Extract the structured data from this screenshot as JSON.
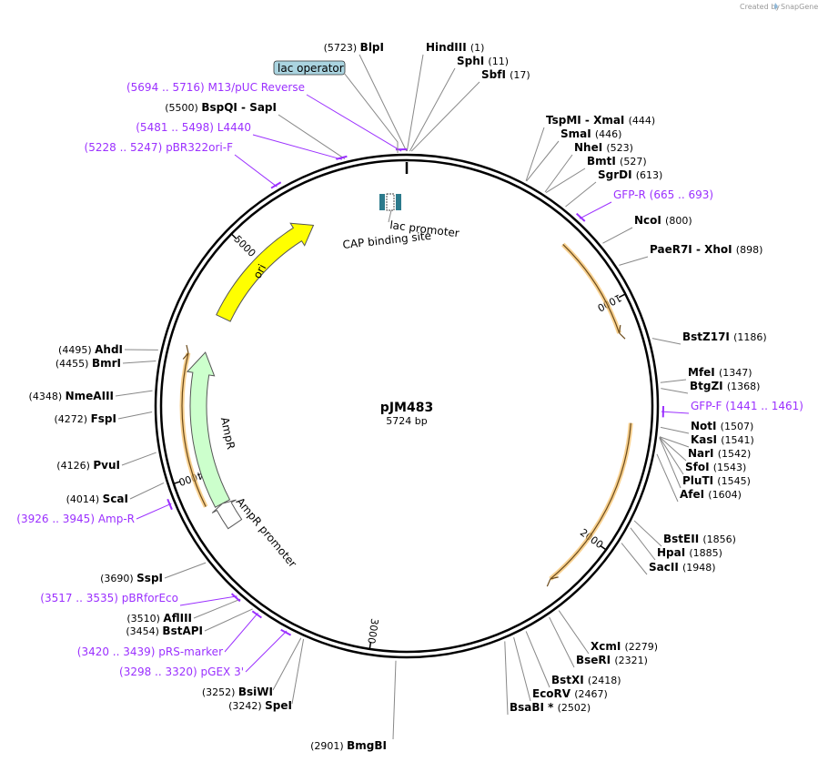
{
  "credit": {
    "created_by": "Created by",
    "brand": "SnapGene"
  },
  "plasmid": {
    "name": "pJM483",
    "length_label": "5724 bp",
    "length": 5724
  },
  "scale_ticks": [
    "1000",
    "2000",
    "3000",
    "4000",
    "5000"
  ],
  "features": [
    {
      "name": "ori",
      "start": 4700,
      "end": 5290,
      "direction": "forward",
      "color": "#ffff00"
    },
    {
      "name": "AmpR",
      "start": 3850,
      "end": 4530,
      "direction": "forward",
      "color": "#ccffcc"
    },
    {
      "name": "AmpR promoter",
      "start": 3745,
      "end": 3850,
      "direction": "forward",
      "color": "#ffffff"
    },
    {
      "name": "lac promoter",
      "start": 10,
      "end": 40,
      "color": "#2c7a8c"
    },
    {
      "name": "CAP binding site",
      "start": 40,
      "end": 60,
      "color": "#2c7a8c"
    },
    {
      "name": "lac operator",
      "color": "#aad4e0"
    }
  ],
  "orange_arcs": [
    {
      "start": 700,
      "end": 1130
    },
    {
      "start": 1500,
      "end": 2230
    },
    {
      "start": 3870,
      "end": 4510
    }
  ],
  "labels": [
    {
      "id": "blpi",
      "enz": "BlpI",
      "pos": "(5723)",
      "pos_first": true
    },
    {
      "id": "hindiii",
      "enz": "HindIII",
      "pos": "(1)"
    },
    {
      "id": "sphi",
      "enz": "SphI",
      "pos": "(11)"
    },
    {
      "id": "sbfi",
      "enz": "SbfI",
      "pos": "(17)"
    },
    {
      "id": "tspmi",
      "enz": "TspMI  -  XmaI",
      "pos": "(444)"
    },
    {
      "id": "smai",
      "enz": "SmaI",
      "pos": "(446)"
    },
    {
      "id": "nhei",
      "enz": "NheI",
      "pos": "(523)"
    },
    {
      "id": "bmti",
      "enz": "BmtI",
      "pos": "(527)"
    },
    {
      "id": "sgrdi",
      "enz": "SgrDI",
      "pos": "(613)"
    },
    {
      "id": "ncoi",
      "enz": "NcoI",
      "pos": "(800)"
    },
    {
      "id": "paer7i",
      "enz": "PaeR7I  -  XhoI",
      "pos": "(898)"
    },
    {
      "id": "bstz17i",
      "enz": "BstZ17I",
      "pos": "(1186)"
    },
    {
      "id": "mfei",
      "enz": "MfeI",
      "pos": "(1347)"
    },
    {
      "id": "btgzi",
      "enz": "BtgZI",
      "pos": "(1368)"
    },
    {
      "id": "noti",
      "enz": "NotI",
      "pos": "(1507)"
    },
    {
      "id": "kasi",
      "enz": "KasI",
      "pos": "(1541)"
    },
    {
      "id": "nari",
      "enz": "NarI",
      "pos": "(1542)"
    },
    {
      "id": "sfoi",
      "enz": "SfoI",
      "pos": "(1543)"
    },
    {
      "id": "pluti",
      "enz": "PluTI",
      "pos": "(1545)"
    },
    {
      "id": "afei",
      "enz": "AfeI",
      "pos": "(1604)"
    },
    {
      "id": "bsteii",
      "enz": "BstEII",
      "pos": "(1856)"
    },
    {
      "id": "hpai",
      "enz": "HpaI",
      "pos": "(1885)"
    },
    {
      "id": "sacii",
      "enz": "SacII",
      "pos": "(1948)"
    },
    {
      "id": "xcmi",
      "enz": "XcmI",
      "pos": "(2279)"
    },
    {
      "id": "beri",
      "enz": "BseRI",
      "pos": "(2321)"
    },
    {
      "id": "bstxi",
      "enz": "BstXI",
      "pos": "(2418)"
    },
    {
      "id": "ecorv",
      "enz": "EcoRV",
      "pos": "(2467)"
    },
    {
      "id": "bsabi",
      "enz": "BsaBI *",
      "pos": "(2502)"
    },
    {
      "id": "bmgbi",
      "enz": "BmgBI",
      "pos": "(2901)",
      "pos_first": true
    },
    {
      "id": "bsiwi",
      "enz": "BsiWI",
      "pos": "(3252)",
      "pos_first": true
    },
    {
      "id": "spei",
      "enz": "SpeI",
      "pos": "(3242)",
      "pos_first": true
    },
    {
      "id": "bstapi",
      "enz": "BstAPI",
      "pos": "(3454)",
      "pos_first": true
    },
    {
      "id": "afliii",
      "enz": "AflIII",
      "pos": "(3510)",
      "pos_first": true
    },
    {
      "id": "sspi",
      "enz": "SspI",
      "pos": "(3690)",
      "pos_first": true
    },
    {
      "id": "scai",
      "enz": "ScaI",
      "pos": "(4014)",
      "pos_first": true
    },
    {
      "id": "pvui",
      "enz": "PvuI",
      "pos": "(4126)",
      "pos_first": true
    },
    {
      "id": "fspi",
      "enz": "FspI",
      "pos": "(4272)",
      "pos_first": true
    },
    {
      "id": "nmeaiii",
      "enz": "NmeAIII",
      "pos": "(4348)",
      "pos_first": true
    },
    {
      "id": "bmri",
      "enz": "BmrI",
      "pos": "(4455)",
      "pos_first": true
    },
    {
      "id": "ahdi",
      "enz": "AhdI",
      "pos": "(4495)",
      "pos_first": true
    },
    {
      "id": "bspqi",
      "enz": "BspQI  -  SapI",
      "pos": "(5500)",
      "pos_first": true
    }
  ],
  "primers": [
    {
      "id": "m13",
      "name": "M13/pUC Reverse",
      "range": "(5694 .. 5716)",
      "range_first": true
    },
    {
      "id": "l4440",
      "name": "L4440",
      "range": "(5481 .. 5498)",
      "range_first": true
    },
    {
      "id": "pbr322",
      "name": "pBR322ori-F",
      "range": "(5228 .. 5247)",
      "range_first": true
    },
    {
      "id": "gfpr",
      "name": "GFP-R",
      "range": "(665 .. 693)"
    },
    {
      "id": "gfpf",
      "name": "GFP-F",
      "range": "(1441 .. 1461)"
    },
    {
      "id": "ampr",
      "name": "Amp-R",
      "range": "(3926 .. 3945)",
      "range_first": true
    },
    {
      "id": "pbrforeco",
      "name": "pBRforEco",
      "range": "(3517 .. 3535)",
      "range_first": true
    },
    {
      "id": "prsmarker",
      "name": "pRS-marker",
      "range": "(3420 .. 3439)",
      "range_first": true
    },
    {
      "id": "pgex3",
      "name": "pGEX 3'",
      "range": "(3298 .. 3320)",
      "range_first": true
    }
  ]
}
